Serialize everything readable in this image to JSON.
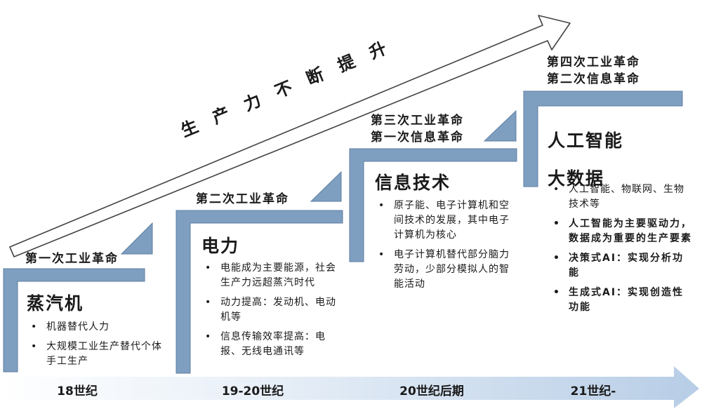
{
  "arrow_text": "生 产 力 不 断 提 升",
  "timeline": [
    "18世纪",
    "19-20世纪",
    "20世纪后期",
    "21世纪-"
  ],
  "stages": [
    {
      "revolution": [
        "第一次工业革命"
      ],
      "technology": [
        "蒸汽机"
      ],
      "bullets": [
        {
          "text": "机器替代人力",
          "bold": false
        },
        {
          "text": "大规模工业生产替代个体手工生产",
          "bold": false
        }
      ]
    },
    {
      "revolution": [
        "第二次工业革命"
      ],
      "technology": [
        "电力"
      ],
      "bullets": [
        {
          "text": "电能成为主要能源，社会生产力远超蒸汽时代",
          "bold": false
        },
        {
          "text": "动力提高：发动机、电动机等",
          "bold": false
        },
        {
          "text": "信息传输效率提高：电报、无线电通讯等",
          "bold": false
        }
      ]
    },
    {
      "revolution": [
        "第三次工业革命",
        "第一次信息革命"
      ],
      "technology": [
        "信息技术"
      ],
      "bullets": [
        {
          "text": "原子能、电子计算机和空间技术的发展，其中电子计算机为核心",
          "bold": false
        },
        {
          "text": "电子计算机替代部分脑力劳动，少部分模拟人的智能活动",
          "bold": false
        }
      ]
    },
    {
      "revolution": [
        "第四次工业革命",
        "第二次信息革命"
      ],
      "technology": [
        "人工智能",
        "大数据"
      ],
      "bullets": [
        {
          "text": "人工智能、物联网、生物技术等",
          "bold": false
        },
        {
          "text": "人工智能为主要驱动力，数据成为重要的生产要素",
          "bold": true
        },
        {
          "text": "决策式AI：实现分析功能",
          "bold": true
        },
        {
          "text": "生成式AI：实现创造性功能",
          "bold": true
        }
      ]
    }
  ],
  "colors": {
    "step_fill": "#7f9fc0",
    "step_edge": "#5d7ea2",
    "timeline_start": "#ffffff",
    "timeline_end": "#b7cde6",
    "text": "#1a1a1a"
  }
}
